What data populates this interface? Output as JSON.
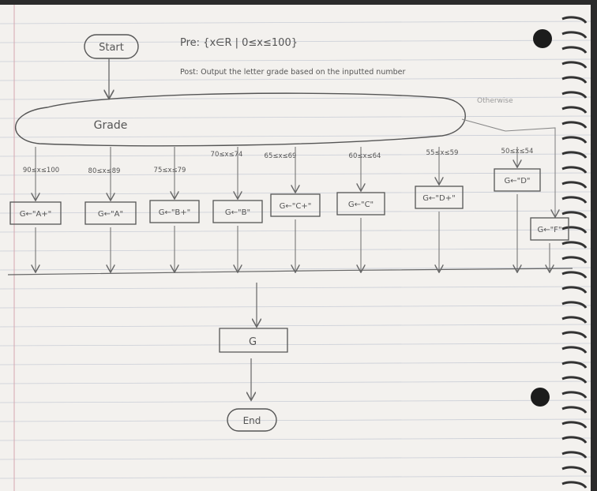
{
  "diagram": {
    "start_label": "Start",
    "pre_condition": "Pre: {x∈R | 0≤x≤100}",
    "post_condition": "Post: Output the letter grade based on the inputted number",
    "decision_label": "Grade",
    "otherwise_label": "Otherwise",
    "branch_conditions": [
      "90≤x≤100",
      "80≤x≤89",
      "75≤x≤79",
      "70≤x≤74",
      "65≤x≤69",
      "60≤x≤64",
      "55≤x≤59",
      "50≤x≤54"
    ],
    "assignments": [
      "G←\"A+\"",
      "G←\"A\"",
      "G←\"B+\"",
      "G←\"B\"",
      "G←\"C+\"",
      "G←\"C\"",
      "G←\"D+\"",
      "G←\"D\"",
      "G←\"F\""
    ],
    "output_label": "G",
    "end_label": "End"
  }
}
